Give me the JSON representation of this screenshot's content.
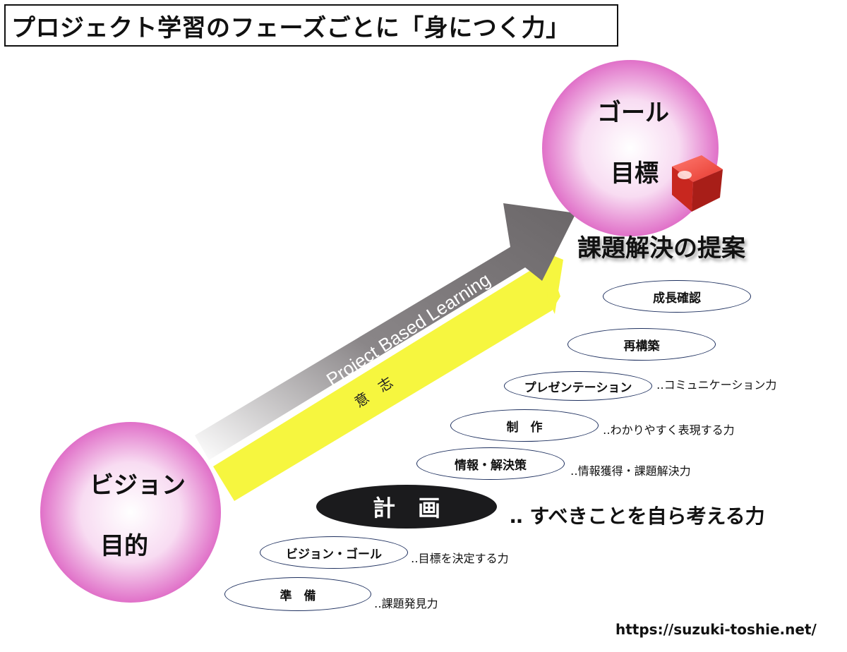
{
  "title": "プロジェクト学習のフェーズごとに「身につく力」",
  "goal_sphere": {
    "line1": "ゴール",
    "line2": "目標"
  },
  "vision_sphere": {
    "line1": "ビジョン",
    "line2": "目的"
  },
  "arrow_label": "Project Based Learning",
  "will_label": "意　志",
  "proposal": "課題解決の提案",
  "steps": [
    {
      "label": "準　備",
      "skill": "‥課題発見力"
    },
    {
      "label": "ビジョン・ゴール",
      "skill": "‥目標を決定する力"
    },
    {
      "label": "計　画",
      "skill": "‥ すべきことを自ら考える力"
    },
    {
      "label": "情報・解決策",
      "skill": "‥情報獲得・課題解決力"
    },
    {
      "label": "制　作",
      "skill": "‥わかりやすく表現する力"
    },
    {
      "label": "プレゼンテーション",
      "skill": "‥コミュニケーション力"
    },
    {
      "label": "再構築",
      "skill": ""
    },
    {
      "label": "成長確認",
      "skill": ""
    }
  ],
  "url": "https://suzuki-toshie.net/",
  "colors": {
    "sphere_edge": "#e070c8",
    "sphere_center": "#ffffff",
    "arrow_gray": "#6e6a6c",
    "will_yellow": "#f7f742",
    "cube_red": "#d92b22",
    "pill_border": "#1d2f5e"
  }
}
